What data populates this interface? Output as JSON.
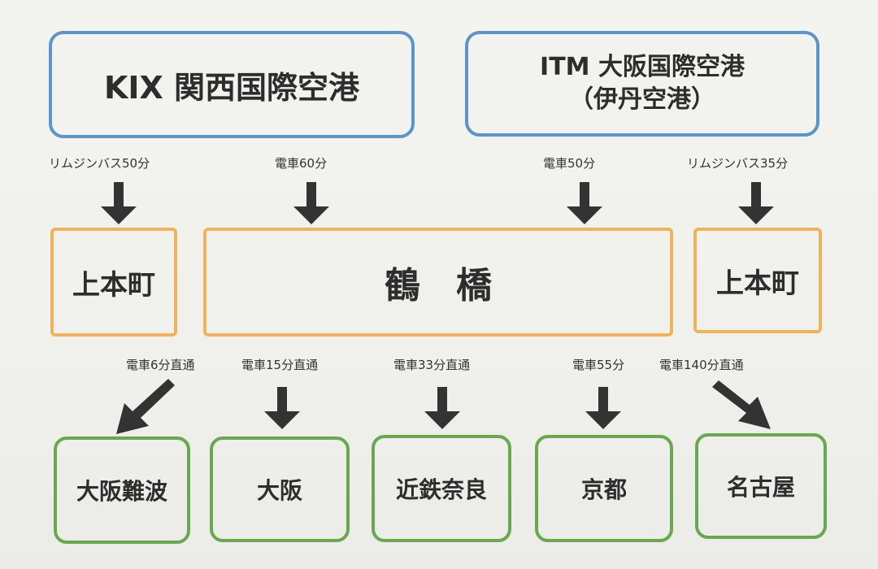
{
  "airports": {
    "kix": "KIX  関西国際空港",
    "itm_line1": "ITM  大阪国際空港",
    "itm_line2": "（伊丹空港）"
  },
  "routes_top": {
    "kix_bus": "リムジンバス50分",
    "kix_train": "電車60分",
    "itm_train": "電車50分",
    "itm_bus": "リムジンバス35分"
  },
  "hubs": {
    "uehonmachi_left": "上本町",
    "tsuruhashi": "鶴　橋",
    "uehonmachi_right": "上本町"
  },
  "routes_bottom": {
    "to_namba": "電車6分直通",
    "to_osaka": "電車15分直通",
    "to_nara": "電車33分直通",
    "to_kyoto": "電車55分",
    "to_nagoya": "電車140分直通"
  },
  "destinations": {
    "namba": "大阪難波",
    "osaka": "大阪",
    "nara": "近鉄奈良",
    "kyoto": "京都",
    "nagoya": "名古屋"
  },
  "colors": {
    "airport_border": "#5b95c9",
    "hub_border": "#f0b35d",
    "destination_border": "#6aa84f",
    "arrow": "#333333"
  }
}
